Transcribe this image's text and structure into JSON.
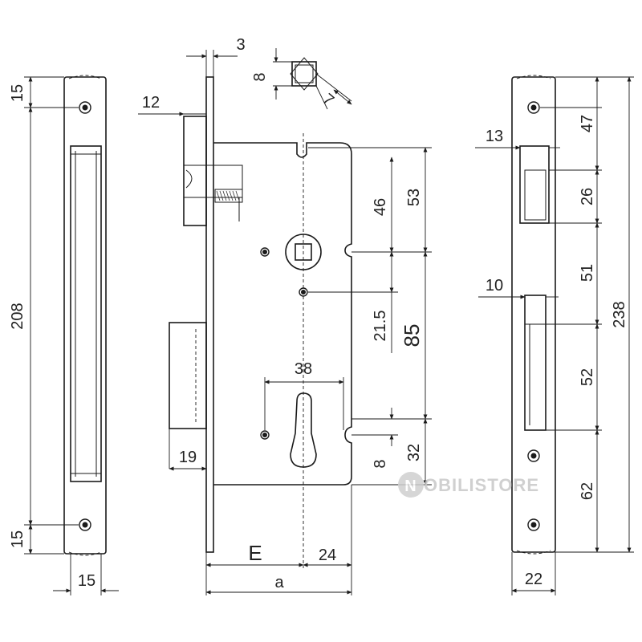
{
  "watermark": {
    "text": "OBILISTORE",
    "logo_letter": "N"
  },
  "left_plate": {
    "dims": {
      "top": "15",
      "height": "208",
      "bottom": "15",
      "width": "15"
    }
  },
  "lock_body": {
    "dims": {
      "faceplate": "3",
      "square_size": "8",
      "square_diag": "7",
      "latch": "12",
      "bolt": "19",
      "to_handle": "46",
      "to_handle_total": "53",
      "handle_to_key": "21.5",
      "center_distance": "85",
      "cylinder": "38",
      "cyl_to_bottom": "8",
      "cyl_total": "32",
      "backset_label": "E",
      "nose": "24",
      "depth_label": "a"
    }
  },
  "right_plate": {
    "dims": {
      "latch_width": "13",
      "top": "47",
      "latch_height": "26",
      "gap": "51",
      "bolt_width": "10",
      "bolt_height": "52",
      "bottom": "62",
      "total_height": "238",
      "width": "22"
    }
  }
}
